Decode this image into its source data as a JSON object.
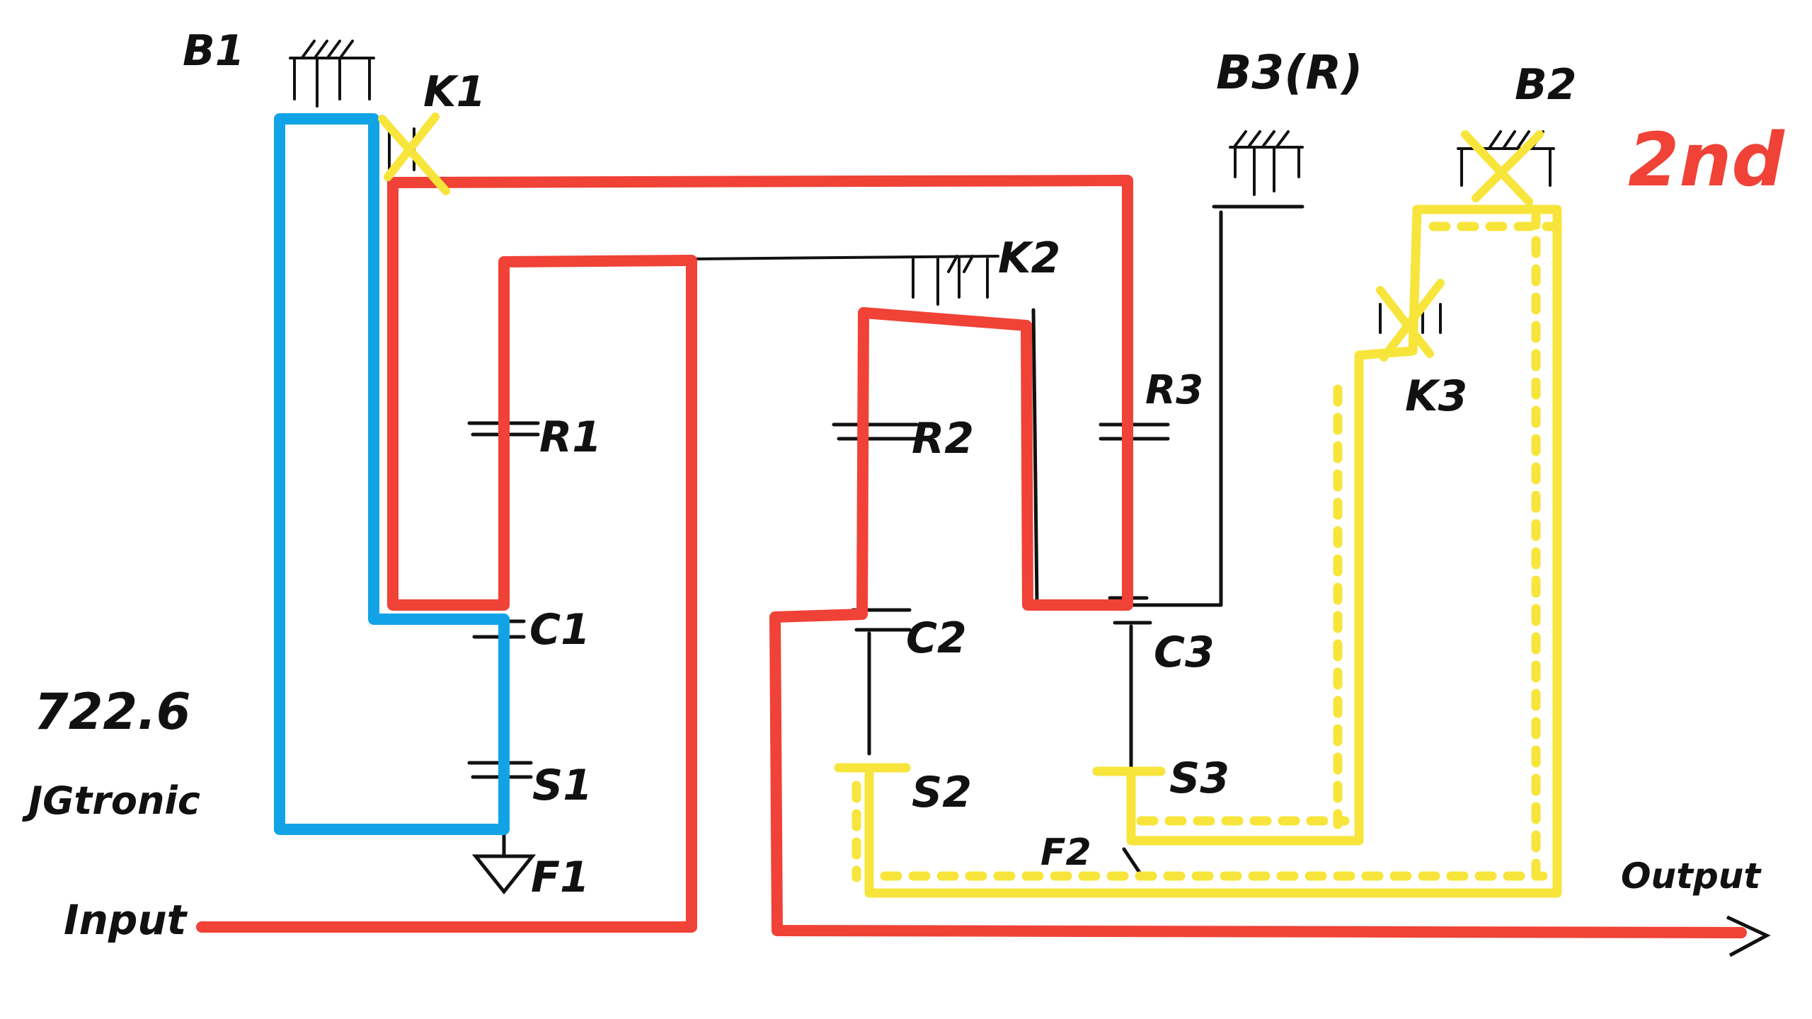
{
  "colors": {
    "blue_path": "#12a3e6",
    "red_path": "#f04236",
    "yellow_path": "#f7e53b",
    "ink": "#111111"
  },
  "labels": {
    "b1": "B1",
    "k1": "K1",
    "b3": "B3(R)",
    "b2": "B2",
    "gear_title": "2nd",
    "k2": "K2",
    "k3": "K3",
    "r1": "R1",
    "r2": "R2",
    "r3": "R3",
    "c1": "C1",
    "c2": "C2",
    "c3": "C3",
    "s1": "S1",
    "s2": "S2",
    "s3": "S3",
    "f1": "F1",
    "f2": "F2",
    "transmission": "722.6",
    "manufacturer": "JGtronic",
    "input": "Input",
    "output": "Output"
  }
}
